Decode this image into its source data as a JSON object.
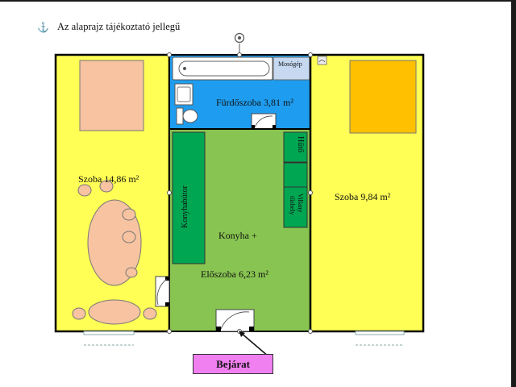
{
  "caption": "Az alaprajz tájékoztató jellegű",
  "rooms": {
    "left_room": "Szoba 14,86 m²",
    "right_room": "Szoba 9,84 m²",
    "bathroom": "Fürdőszoba 3,81 m²",
    "kitchen": "Konyha +",
    "hallway": "Előszoba 6,23 m²"
  },
  "fixtures": {
    "washing_machine": "Mosógép",
    "fridge": "Hűtő",
    "stove": "Villany tűzhely",
    "kitchen_cabinet": "Konyhabútor"
  },
  "entrance": "Bejárat",
  "colors": {
    "bedroom_fill": "#ffff55",
    "bathroom_fill": "#1e9df0",
    "hall_fill": "#88c451",
    "fixture_green": "#00a651",
    "bed_left": "#f7c3a0",
    "bed_right": "#ffc000",
    "entrance_fill": "#f07ff0"
  }
}
